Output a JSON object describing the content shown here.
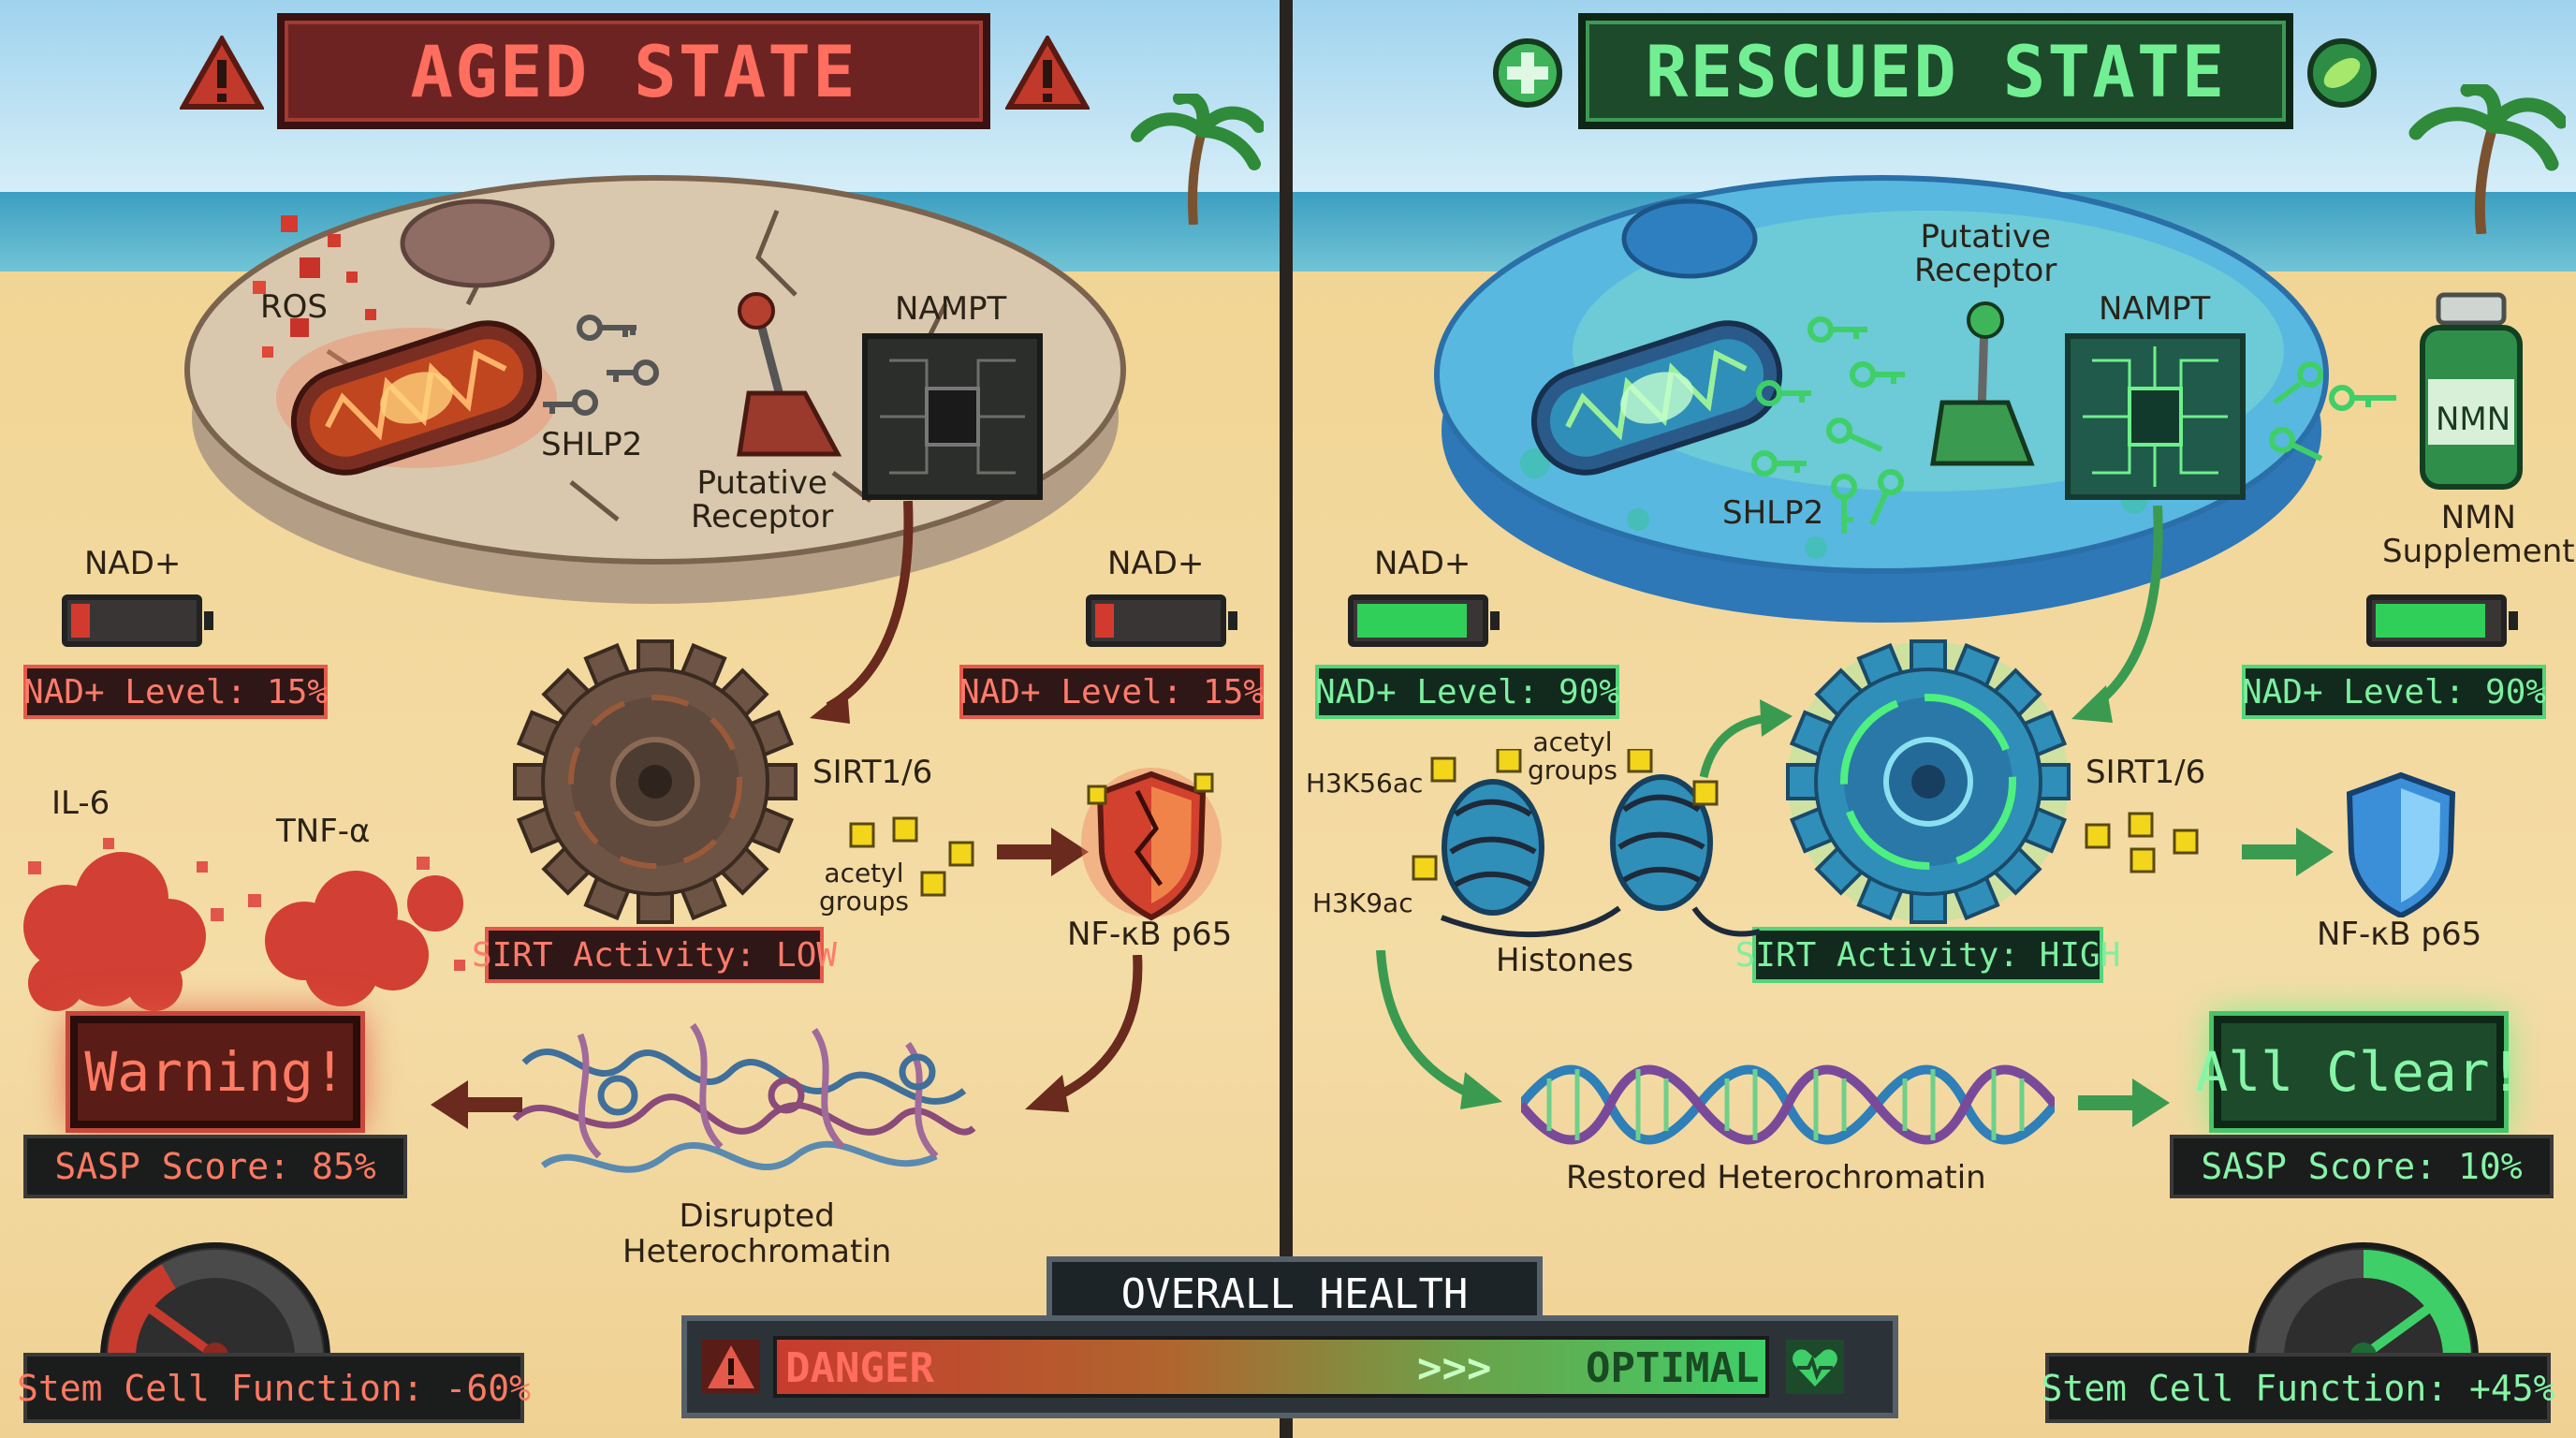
{
  "aged": {
    "title": "AGED STATE",
    "labels": {
      "ros": "ROS",
      "shlp2": "SHLP2",
      "receptor_1": "Putative",
      "receptor_2": "Receptor",
      "nampt": "NAMPT",
      "sirt": "SIRT1/6",
      "acetyl_1": "acetyl",
      "acetyl_2": "groups",
      "nfkb": "NF-κB p65",
      "il6": "IL-6",
      "tnf": "TNF-α",
      "chromatin_1": "Disrupted",
      "chromatin_2": "Heterochromatin"
    },
    "nad_left": {
      "label": "NAD+",
      "level_text": "NAD+ Level: 15%",
      "level": 0.15
    },
    "nad_right": {
      "label": "NAD+",
      "level_text": "NAD+ Level: 15%",
      "level": 0.15
    },
    "sirt_activity": "SIRT Activity: LOW",
    "alert": "Warning!",
    "sasp": "SASP Score: 85%",
    "stem_cell": "Stem Cell Function: -60%",
    "gauge_level": 0.2
  },
  "rescued": {
    "title": "RESCUED STATE",
    "labels": {
      "receptor_1": "Putative",
      "receptor_2": "Receptor",
      "nampt": "NAMPT",
      "shlp2": "SHLP2",
      "nmn_bottle": "NMN",
      "nmn_1": "NMN",
      "nmn_2": "Supplement",
      "sirt": "SIRT1/6",
      "h3k56ac": "H3K56ac",
      "h3k9ac": "H3K9ac",
      "acetyl_1": "acetyl",
      "acetyl_2": "groups",
      "histones": "Histones",
      "nfkb": "NF-κB p65",
      "chromatin": "Restored Heterochromatin"
    },
    "nad_left": {
      "label": "NAD+",
      "level_text": "NAD+ Level: 90%",
      "level": 0.9
    },
    "nad_right": {
      "label": "NAD+",
      "level_text": "NAD+ Level: 90%",
      "level": 0.9
    },
    "sirt_activity": "SIRT Activity: HIGH",
    "alert": "All Clear!",
    "sasp": "SASP Score: 10%",
    "stem_cell": "Stem Cell Function: +45%",
    "gauge_level": 0.8
  },
  "health": {
    "title": "OVERALL HEALTH",
    "danger": "DANGER",
    "arrows": ">>>",
    "optimal": "OPTIMAL"
  },
  "colors": {
    "danger": "#e4594a",
    "optimal": "#53d57a"
  }
}
